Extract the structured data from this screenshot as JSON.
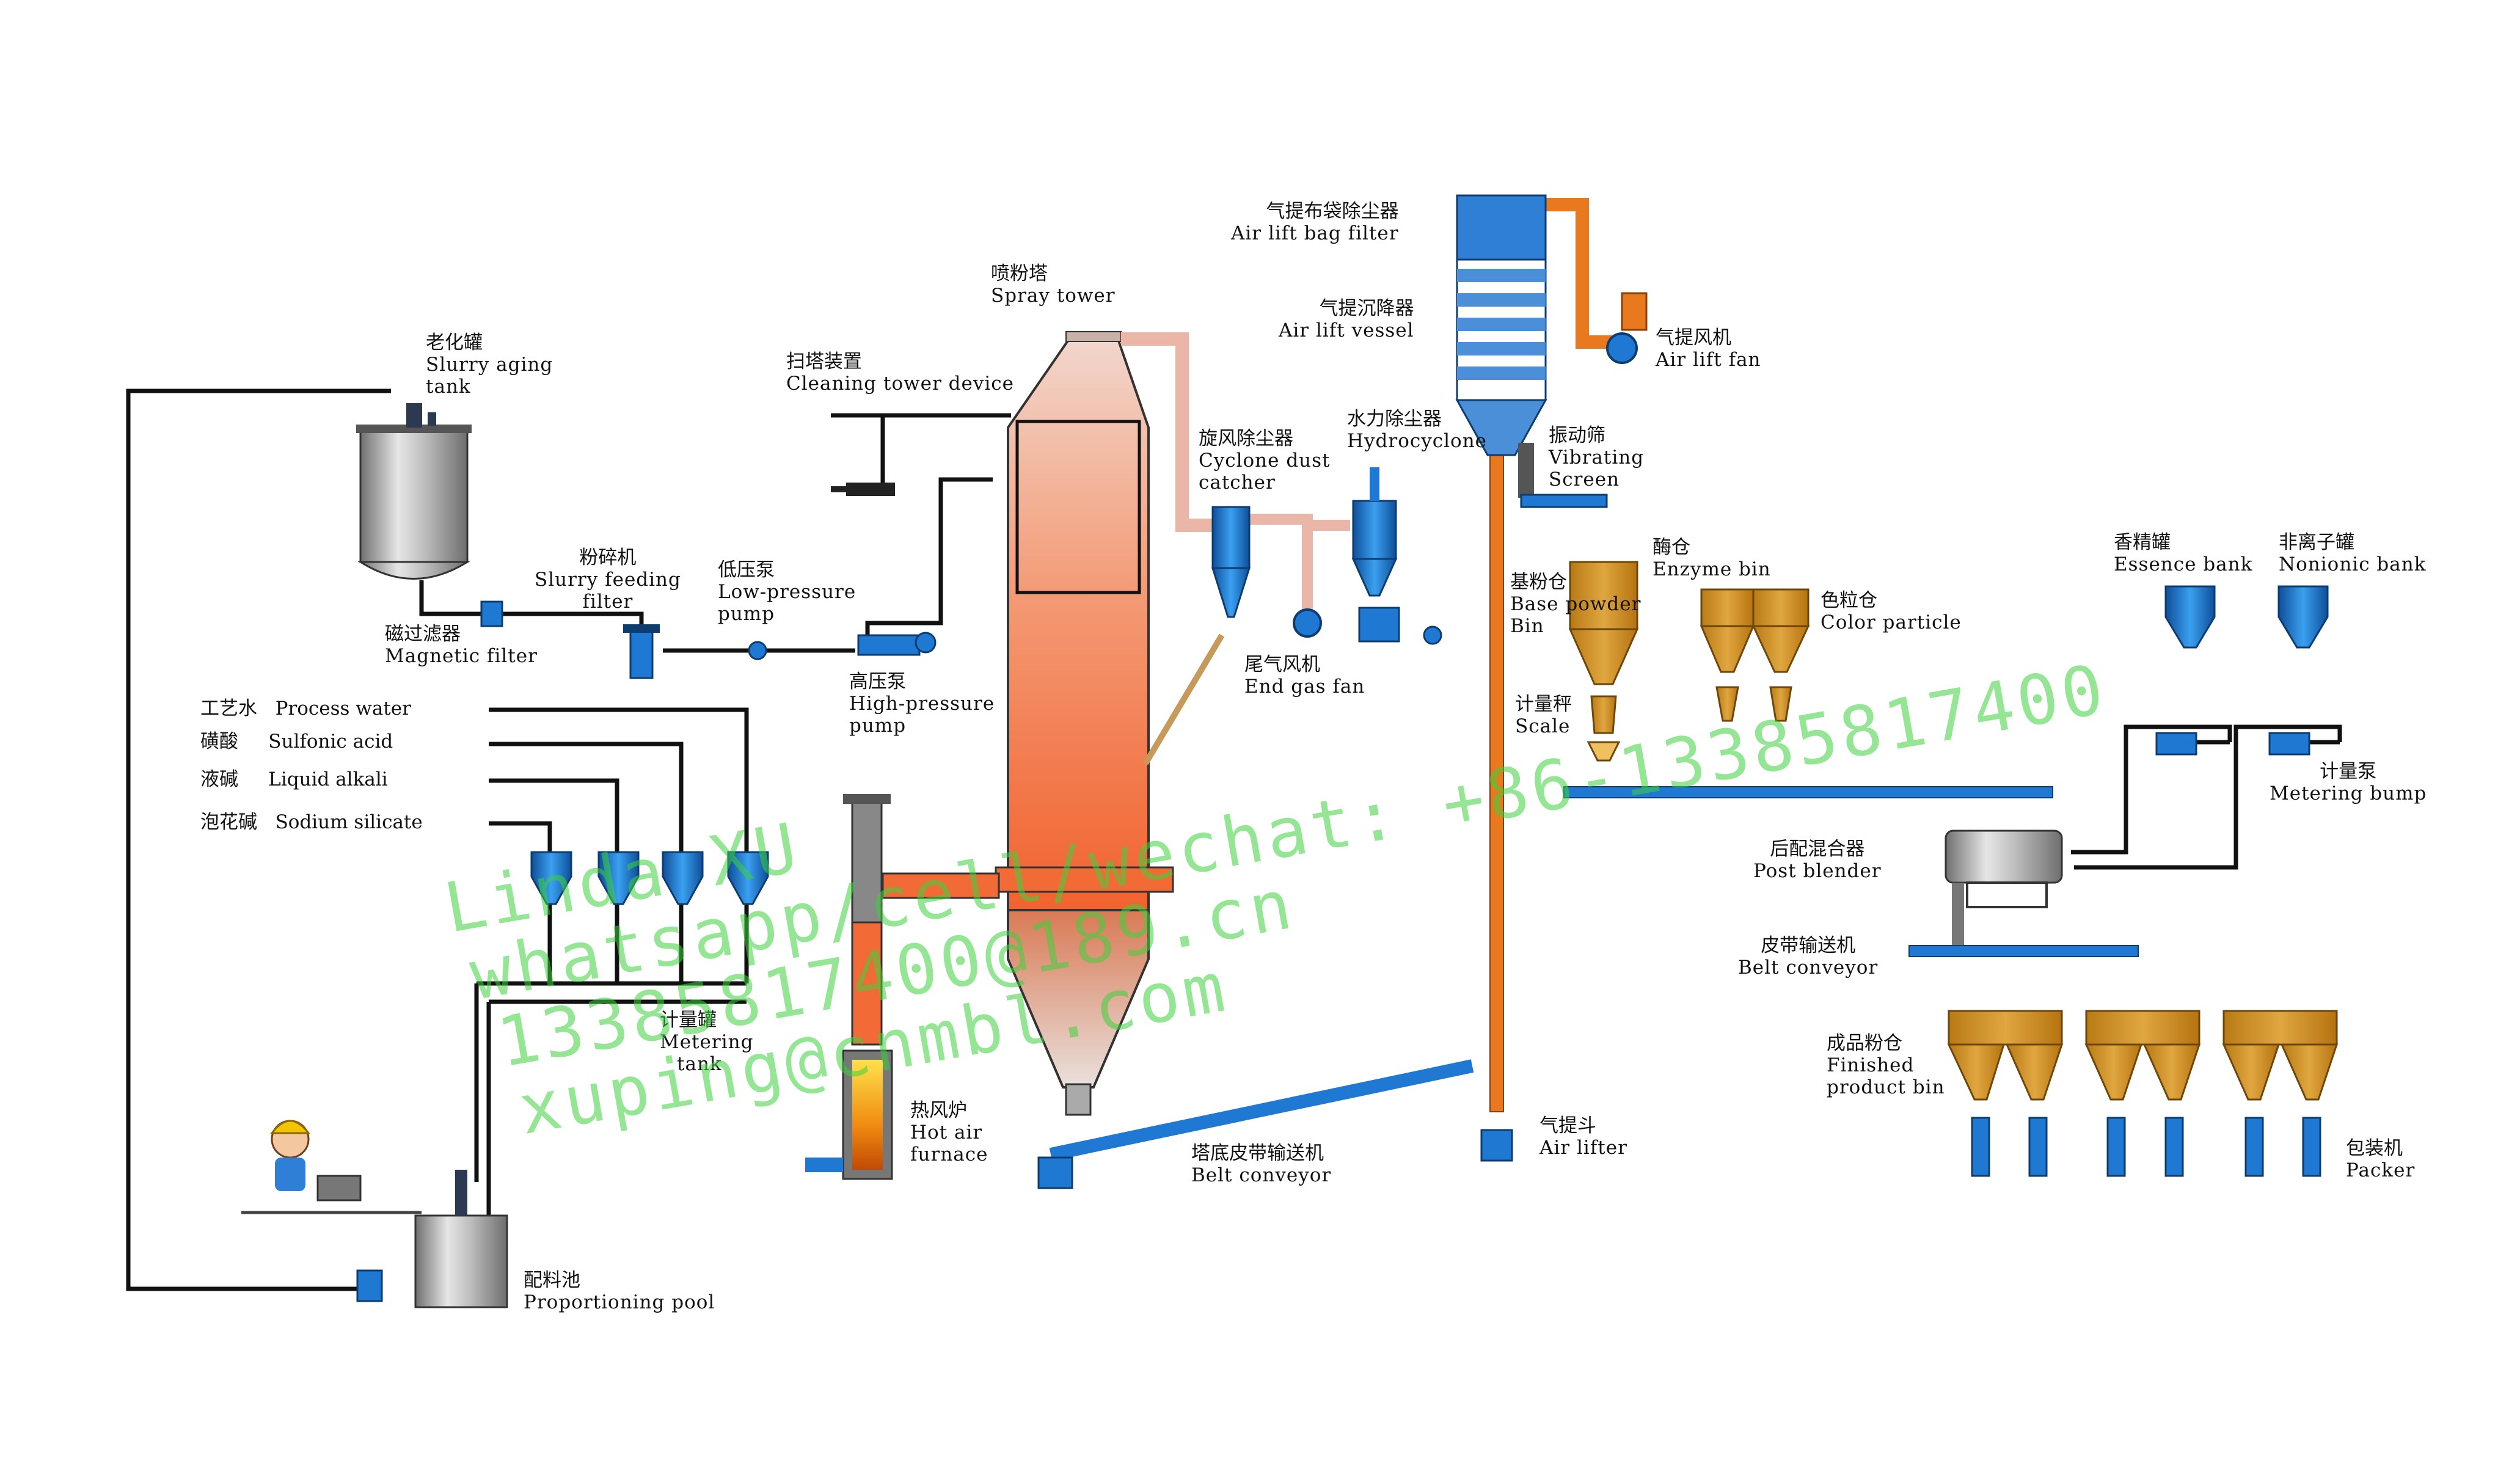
{
  "labels": {
    "aging_cn": "老化罐",
    "aging_en1": "Slurry aging",
    "aging_en2": "tank",
    "crusher_cn": "粉碎机",
    "crusher_en1": "Slurry feeding",
    "crusher_en2": "filter",
    "lowpump_cn": "低压泵",
    "lowpump_en1": "Low-pressure",
    "lowpump_en2": "pump",
    "magfilter_cn": "磁过滤器",
    "magfilter_en": "Magnetic filter",
    "highpump_cn": "高压泵",
    "highpump_en1": "High-pressure",
    "highpump_en2": "pump",
    "clean_cn": "扫塔装置",
    "clean_en": "Cleaning tower device",
    "spray_cn": "喷粉塔",
    "spray_en": "Spray tower",
    "cyclone_cn": "旋风除尘器",
    "cyclone_en1": "Cyclone dust",
    "cyclone_en2": "catcher",
    "hydro_cn": "水力除尘器",
    "hydro_en": "Hydrocyclone",
    "endfan_cn": "尾气风机",
    "endfan_en": "End gas fan",
    "bagfilter_cn": "气提布袋除尘器",
    "bagfilter_en": "Air lift bag filter",
    "vessel_cn": "气提沉降器",
    "vessel_en": "Air lift vessel",
    "liftfan_cn": "气提风机",
    "liftfan_en": "Air lift fan",
    "screen_cn": "振动筛",
    "screen_en1": "Vibrating",
    "screen_en2": "Screen",
    "base_cn": "基粉仓",
    "base_en1": "Base powder",
    "base_en2": "Bin",
    "enzyme_cn": "酶仓",
    "enzyme_en": "Enzyme bin",
    "color_cn": "色粒仓",
    "color_en": "Color particle",
    "scale_cn": "计量秤",
    "scale_en": "Scale",
    "essence_cn": "香精罐",
    "essence_en": "Essence bank",
    "nonionic_cn": "非离子罐",
    "nonionic_en": "Nonionic bank",
    "metpump_cn": "计量泵",
    "metpump_en": "Metering bump",
    "postblend_cn": "后配混合器",
    "postblend_en": "Post blender",
    "belt2_cn": "皮带输送机",
    "belt2_en": "Belt conveyor",
    "finished_cn": "成品粉仓",
    "finished_en1": "Finished",
    "finished_en2": "product bin",
    "packer_cn": "包装机",
    "packer_en": "Packer",
    "water_cn": "工艺水",
    "water_en": "Process water",
    "sulf_cn": "磺酸",
    "sulf_en": "Sulfonic acid",
    "alkali_cn": "液碱",
    "alkali_en": "Liquid alkali",
    "silicate_cn": "泡花碱",
    "silicate_en": "Sodium silicate",
    "metering_cn": "计量罐",
    "metering_en1": "Metering",
    "metering_en2": "tank",
    "furnace_cn": "热风炉",
    "furnace_en1": "Hot air",
    "furnace_en2": "furnace",
    "towerbelt_cn": "塔底皮带输送机",
    "towerbelt_en": "Belt conveyor",
    "airlifter_cn": "气提斗",
    "airlifter_en": "Air lifter",
    "pool_cn": "配料池",
    "pool_en": "Proportioning pool"
  },
  "watermark": {
    "line1": "Linda XU",
    "line2": "whatsapp/cell/wechat: +86-13385817400",
    "line3": "13385817400@189.cn",
    "line4": "xuping@cnmbl.com"
  },
  "colors": {
    "pipe": "#111111",
    "blue": "#1f78d1",
    "orange": "#e8791f",
    "tower_top": "#efc9b8",
    "tower_bottom": "#f26a35",
    "steel": "#9a9a9a",
    "bin": "#d99a2a",
    "watermark": "#3cd23c"
  }
}
